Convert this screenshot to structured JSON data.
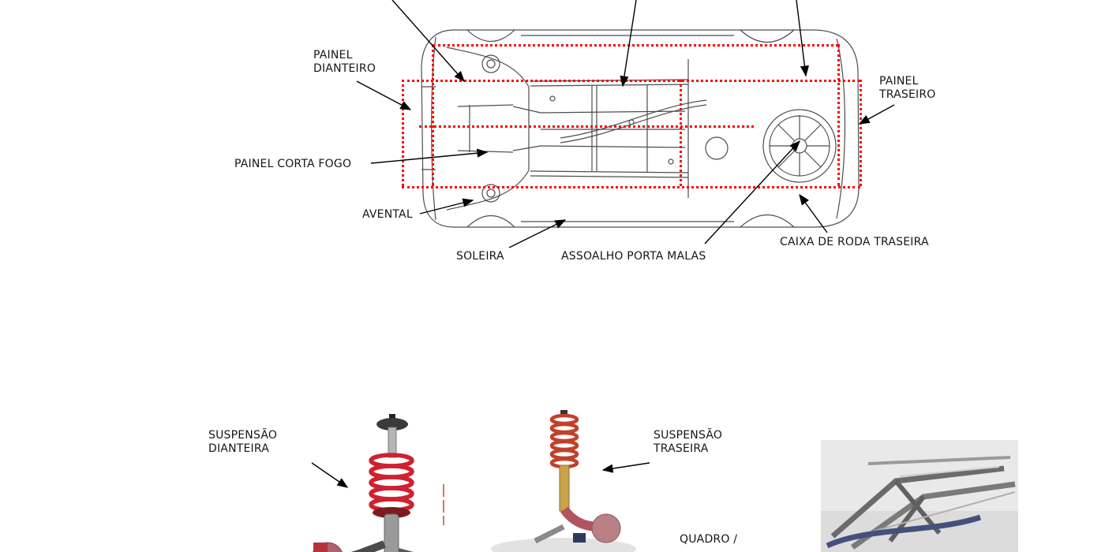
{
  "page": {
    "title": "Car body structure diagram",
    "background_color": "#ffffff"
  },
  "colors": {
    "dotted_overlay": "#ff0000",
    "line_art": "#4d4d4d",
    "label_text": "#161616",
    "front_spring": "#cf2130",
    "rear_spring": "#c2402a",
    "chassis_tube_blue": "#45507c"
  },
  "underbody": {
    "labels": {
      "painel_dianteiro": "PAINEL\nDIANTEIRO",
      "painel_corta_fogo": "PAINEL CORTA FOGO",
      "avental": "AVENTAL",
      "soleira": "SOLEIRA",
      "assoalho_porta_malas": "ASSOALHO PORTA MALAS",
      "caixa_de_roda_traseira": "CAIXA DE RODA TRASEIRA",
      "painel_traseiro": "PAINEL\nTRASEIRO"
    }
  },
  "suspension": {
    "labels": {
      "suspensao_dianteira": "SUSPENSÃO\nDIANTEIRA",
      "suspensao_traseira": "SUSPENSÃO\nTRASEIRA",
      "quadro": "QUADRO /"
    }
  }
}
